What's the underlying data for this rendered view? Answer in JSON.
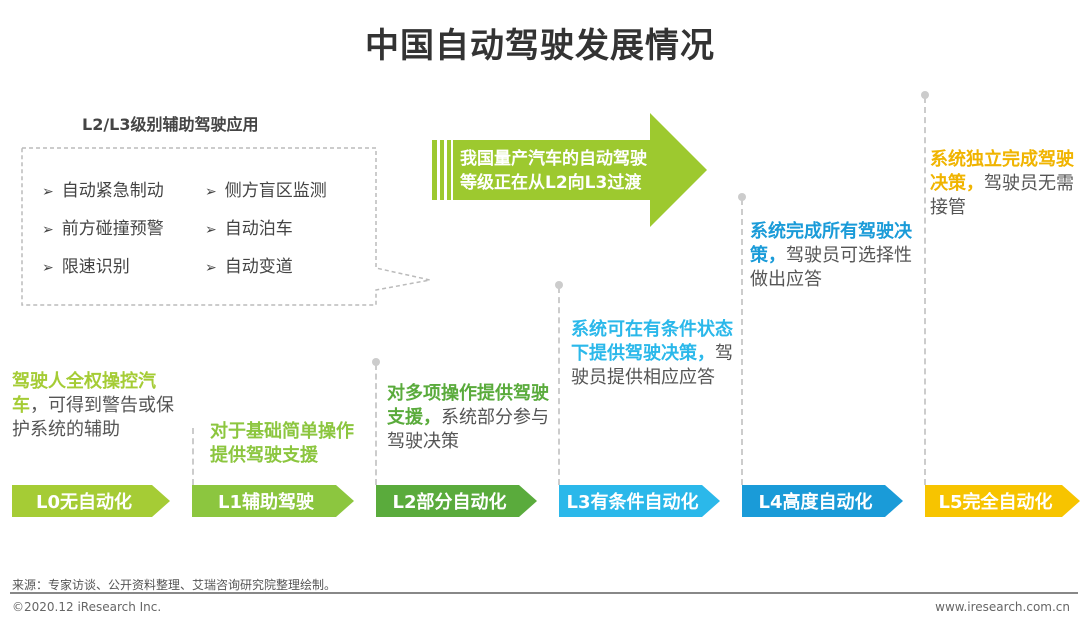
{
  "title": "中国自动驾驶发展情况",
  "callout": {
    "label": "L2/L3级别辅助驾驶应用",
    "items": [
      "自动紧急制动",
      "侧方盲区监测",
      "前方碰撞预警",
      "自动泊车",
      "限速识别",
      "自动变道"
    ]
  },
  "arrow": {
    "line1": "我国量产汽车的自动驾驶",
    "line2": "等级正在从L2向L3过渡",
    "color": "#9dc92f"
  },
  "stages": [
    {
      "label": "L0无自动化",
      "highlight": "驾驶人全权操控汽车",
      "rest": "，可得到警告或保护系统的辅助",
      "color": "#a5cc35"
    },
    {
      "label": "L1辅助驾驶",
      "highlight": "对于基础简单操作提供驾驶支援",
      "rest": "",
      "color": "#8cc63f"
    },
    {
      "label": "L2部分自动化",
      "highlight": "对多项操作提供驾驶支援，",
      "rest": "系统部分参与驾驶决策",
      "color": "#5aab3c"
    },
    {
      "label": "L3有条件自动化",
      "highlight": "系统可在有条件状态下提供驾驶决策，",
      "rest": "驾驶员提供相应应答",
      "color": "#2bb8ea"
    },
    {
      "label": "L4高度自动化",
      "highlight": "系统完成所有驾驶决策，",
      "rest": "驾驶员可选择性做出应答",
      "color": "#1a9bd8"
    },
    {
      "label": "L5完全自动化",
      "highlight": "系统独立完成驾驶决策，",
      "rest": "驾驶员无需接管",
      "color": "#f7c400"
    }
  ],
  "footer": {
    "source": "来源：专家访谈、公开资料整理、艾瑞咨询研究院整理绘制。",
    "copyright": "©2020.12 iResearch Inc.",
    "website": "www.iresearch.com.cn"
  }
}
